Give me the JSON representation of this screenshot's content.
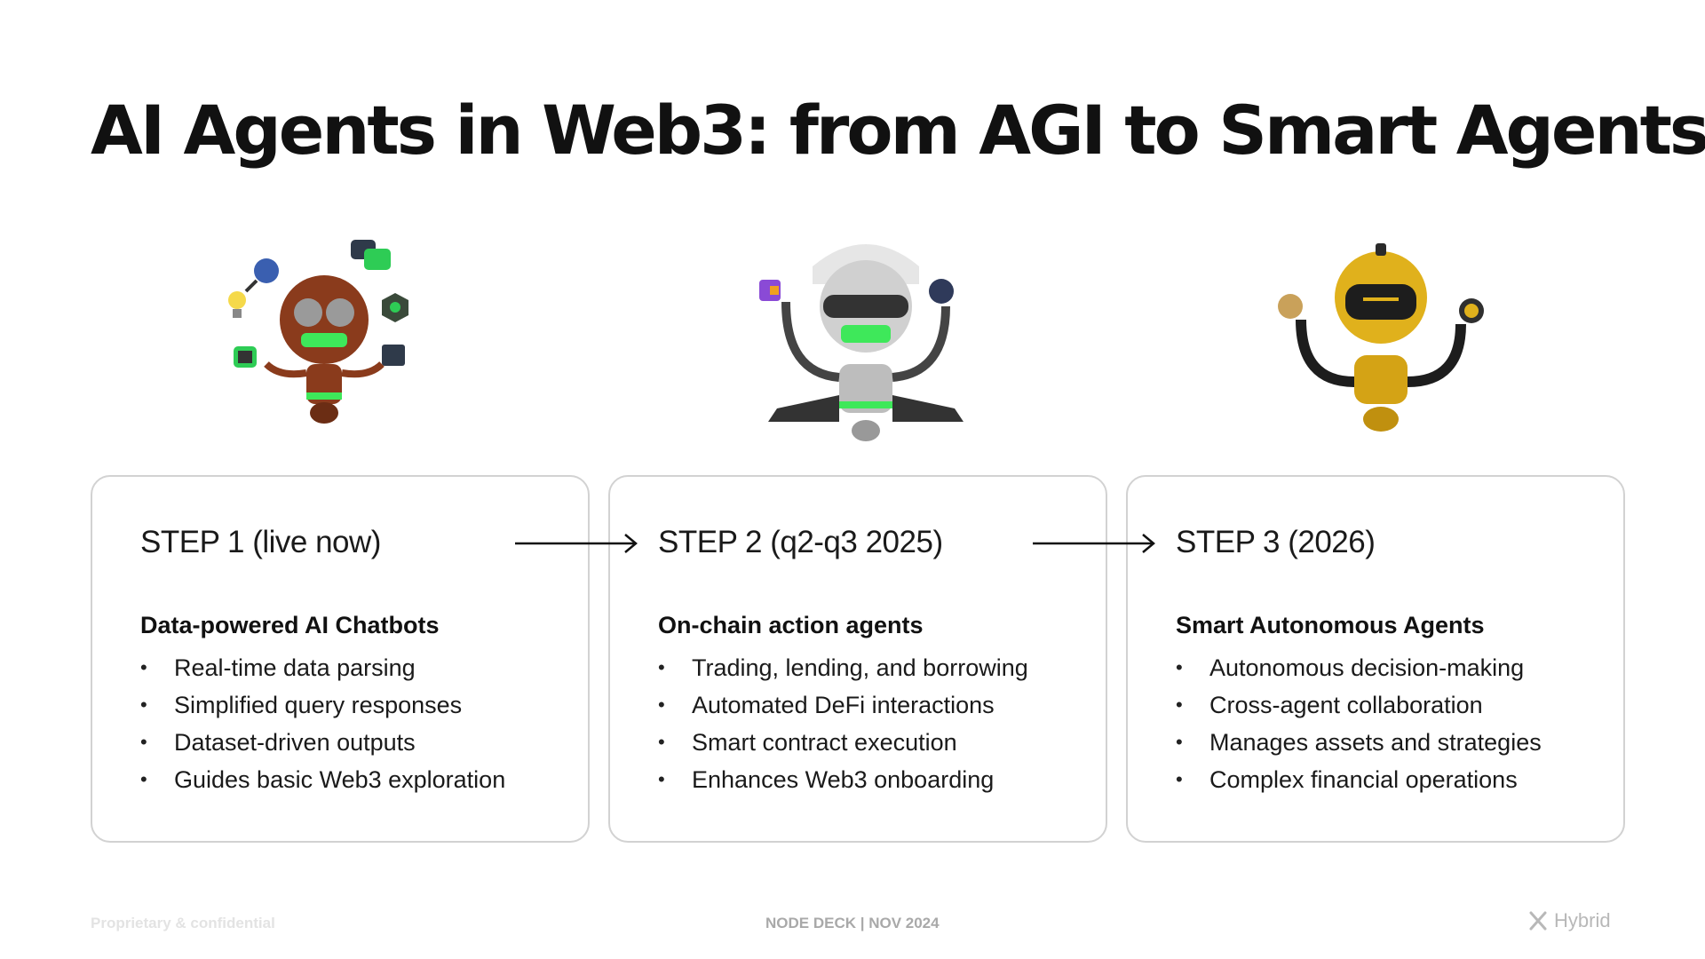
{
  "title": "AI Agents in Web3: from AGI to Smart Agents",
  "steps": [
    {
      "step": "STEP 1 (live now)",
      "heading": "Data-powered AI Chatbots",
      "bullets": [
        "Real-time data parsing",
        "Simplified query responses",
        "Dataset-driven outputs",
        "Guides basic Web3 exploration"
      ],
      "robot_icon": "chatbot-robot-icon"
    },
    {
      "step": "STEP 2 (q2-q3 2025)",
      "heading": "On-chain action agents",
      "bullets": [
        "Trading, lending, and borrowing",
        "Automated DeFi interactions",
        "Smart contract execution",
        "Enhances Web3 onboarding"
      ],
      "robot_icon": "builder-robot-icon"
    },
    {
      "step": "STEP 3 (2026)",
      "heading": "Smart Autonomous Agents",
      "bullets": [
        "Autonomous decision-making",
        "Cross-agent collaboration",
        "Manages assets and strategies",
        "Complex financial operations"
      ],
      "robot_icon": "gold-robot-icon"
    }
  ],
  "footer": {
    "left": "Proprietary & confidential",
    "center": "NODE DECK | NOV 2024",
    "brand": "Hybrid"
  },
  "colors": {
    "accent_green": "#3ee85a",
    "bronze": "#8a3b1c",
    "silver": "#c9c9c9",
    "gold": "#e0b11c"
  }
}
